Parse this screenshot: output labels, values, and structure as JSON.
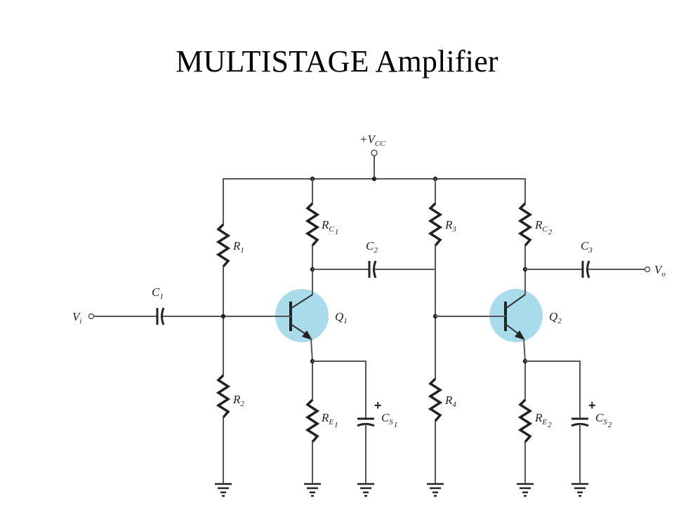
{
  "title": "MULTISTAGE Amplifier",
  "colors": {
    "highlight": "#a8dcea",
    "wire": "#555555",
    "component": "#222222"
  },
  "labels": {
    "vcc": {
      "main": "+V",
      "sub": "CC"
    },
    "vi": {
      "main": "V",
      "sub": "i"
    },
    "vo": {
      "main": "V",
      "sub": "o"
    },
    "c1": {
      "main": "C",
      "sub": "1"
    },
    "c2": {
      "main": "C",
      "sub": "2"
    },
    "c3": {
      "main": "C",
      "sub": "3"
    },
    "r1": {
      "main": "R",
      "sub": "1"
    },
    "r2": {
      "main": "R",
      "sub": "2"
    },
    "r3": {
      "main": "R",
      "sub": "3"
    },
    "r4": {
      "main": "R",
      "sub": "4"
    },
    "rc1": {
      "main": "R",
      "sub": "C",
      "subsub": "1"
    },
    "rc2": {
      "main": "R",
      "sub": "C",
      "subsub": "2"
    },
    "re1": {
      "main": "R",
      "sub": "E",
      "subsub": "1"
    },
    "re2": {
      "main": "R",
      "sub": "E",
      "subsub": "2"
    },
    "cs1": {
      "main": "C",
      "sub": "S",
      "subsub": "1",
      "polarity": "+"
    },
    "cs2": {
      "main": "C",
      "sub": "S",
      "subsub": "2",
      "polarity": "+"
    },
    "q1": {
      "main": "Q",
      "sub": "1"
    },
    "q2": {
      "main": "Q",
      "sub": "2"
    }
  }
}
